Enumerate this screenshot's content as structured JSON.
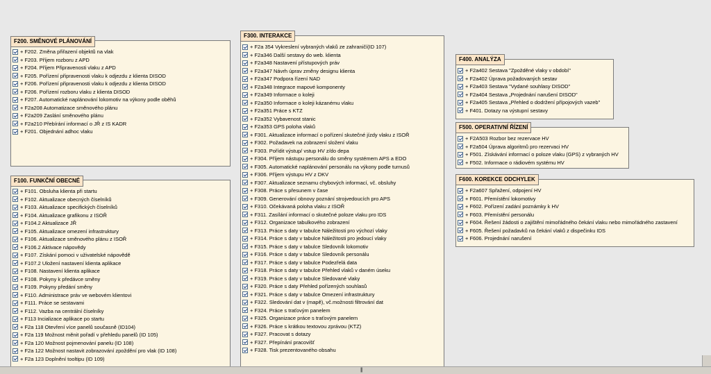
{
  "panels": [
    {
      "title": "F200. SMĚNOVÉ PLÁNOVÁNÍ",
      "items": [
        "+ F202. Změna přiřazení objektů na vlak",
        "+ F203. Příjem rozboru z APD",
        "+ F204. Příjem Připravenosti vlaku z APD",
        "+ F205. Pořízení připravenosti vlaku k odjezdu z klienta DISOD",
        "+ F206. Pořízení připravenosti vlaku k odjezdu z klienta DISOD",
        "+ F206. Pořízení rozboru vlaku z klienta DISOD",
        "+ F207. Automatické naplánování lokomotiv na výkony podle oběhů",
        "+ F2a208 Automatizace směnového plánu",
        "+ F2a209 Zaslání směnového plánu",
        "+ F2a210 Přebírání informací o JŘ z IS KADR",
        "+ F201. Objednání adhoc vlaku"
      ]
    },
    {
      "title": "F100. FUNKČNÍ OBECNÉ",
      "items": [
        "+ F101. Obsluha klienta při startu",
        "+ F102. Aktualizace obecných číselníků",
        "+ F103. Aktualizace specifických číselníků",
        "+ F104. Aktualizace grafikonu z ISOŘ",
        "+ F104.2 Aktualizace JŘ",
        "+ F105. Aktualizace omezení infrastruktury",
        "+ F106. Aktualizace směnového plánu z ISOŘ",
        "+ F106.2 Aktivace nápovědy",
        "+ F107. Získání pomoci v uživatelské nápovědě",
        "+ F107.2 Uložení nastavení klienta aplikace",
        "+ F108. Nastavení klienta aplikace",
        "+ F108. Pokyny k předávce směny",
        "+ F109. Pokyny předání směny",
        "+ F110. Administrace práv ve webovém klientovi",
        "+ F111. Práce se sestavami",
        "+ F112. Vazba na centrální číselníky",
        "+ F113 Incializace aplikace po startu",
        "+ F2a 118 Otevření více panelů současně (ID104)",
        "+ F2a 119 Možnost měnit pořadí v přehledu panelů (ID 105)",
        "+ F2a 120 Možnost pojmenování panelu (ID 108)",
        "+ F2a 122 Možnost nastavit zobrazování zpoždění pro vlak (ID 108)",
        "+ F2a 123 Doplnění tooltipu (ID 109)"
      ]
    },
    {
      "title": "F300. INTERAKCE",
      "items": [
        "+ F2a 354 Vykreslení vybraných vlaků ze zahraničí(ID 107)",
        "+ F2a346 Další sestavy do web. klienta",
        "+ F2a348 Nastavení přístupových práv",
        "+ F2a347 Návrh úprav změny designu klienta",
        "+ F2a347 Podpora řízení NAD",
        "+ F2a348 Integrace mapové komponenty",
        "+ F2a349 Informace o koleji",
        "+ F2a350 Informace o koleji kázanému vlaku",
        "+ F2a351 Práce s KTZ",
        "+ F2a352 Vybavenost stanic",
        "+ F2a353 GPS poloha vlaků",
        "+ F301. Aktualizace informací o pořízení skutečné jízdy vlaku z ISOŘ",
        "+ F302. Požadavek na zobrazení složení vlaku",
        "+ F303. Pořídit výstup/ vstup HV z/do depa",
        "+ F304. Příjem nástupu personálu do směny systémem APS a EDO",
        "+ F305. Automatické naplánování personálu na výkony podle turnusů",
        "+ F306. Příjem výstupu HV z DKV",
        "+ F307. Aktualizace seznamu chybových informací, vč. obsluhy",
        "+ F308. Práce s přesunem v čase",
        "+ F309. Generování obnovy poznání strojvedoucích pro APS",
        "+ F310. Očekávaná poloha vlaku z ISOŘ",
        "+ F311. Zasílání informací o skutečné poloze vlaku pro IDS",
        "+ F312. Organizace tabulkového zobrazení",
        "+ F313. Práce s daty v tabulce Náležitosti pro výchozí vlaky",
        "+ F314. Práce s daty v tabulce Náležitosti pro jedoucí vlaky",
        "+ F315. Práce s daty v tabulce Sledovník lokomotiv",
        "+ F316. Práce s daty v tabulce Sledovník personálu",
        "+ F317. Práce s daty v tabulce Podezřelá data",
        "+ F318. Práce s daty v tabulce Přehled vlaků v daném úseku",
        "+ F319. Práce s daty v tabulce Sledované vlaky",
        "+ F320. Práce s daty Přehled pořízených souhlasů",
        "+ F321. Práce s daty v tabulce Omezení infrastruktury",
        "+ F322. Sledování dat v (mapě), vč.možnosti filtrování dat",
        "+ F324. Práce s traťovým panelem",
        "+ F325. Organizace práce s traťovým panelem",
        "+ F326. Práce s krátkou textovou zprávou (KTZ)",
        "+ F327. Pracovat s dotazy",
        "+ F327. Přepínání pracovišť",
        "+ F328. Tisk prezentovaného obsahu"
      ]
    },
    {
      "title": "F400. ANALÝZA",
      "items": [
        "+ F2a402 Sestava \"Zpožděné vlaky v období\"",
        "+ F2a402 Úprava požadovaných sestav",
        "+ F2a403 Sestava \"Vydané souhlasy DISOD\"",
        "+ F2a404 Sestava „Projednání narušení DISOD\"",
        "+ F2a405 Sestava „Přehled o dodržení přípojových vazeb\"",
        "+ F401. Dotazy na výstupní sestavy"
      ]
    },
    {
      "title": "F500. OPERATIVNÍ ŘÍZENÍ",
      "items": [
        "+ F2A503 Rozbor bez rezervace HV",
        "+ F2a504 Úprava algoritmů pro rezervaci HV",
        "+ F501. Získávání informací o poloze vlaku (GPS) z vybraných HV",
        "+ F502. Informace o rádiovém systému HV"
      ]
    },
    {
      "title": "F600. KOREKCE ODCHYLEK",
      "items": [
        "+ F2a607 Spřažení, odpojení HV",
        "+ F601. Přemístění lokomotivy",
        "+ F602. Pořízení zadání poznámky k HV",
        "+ F603. Přemístění personálu",
        "+ F604. Řešení žádosti o zajištění mimořádného čekání vlaku nebo mimořádného zastavení",
        "+ F605. Řešení požadavků na čekání vlaků z dispečinku IDS",
        "+ F606. Projednání narušení"
      ]
    }
  ],
  "bottom_bar": {
    "grip": "|||"
  }
}
